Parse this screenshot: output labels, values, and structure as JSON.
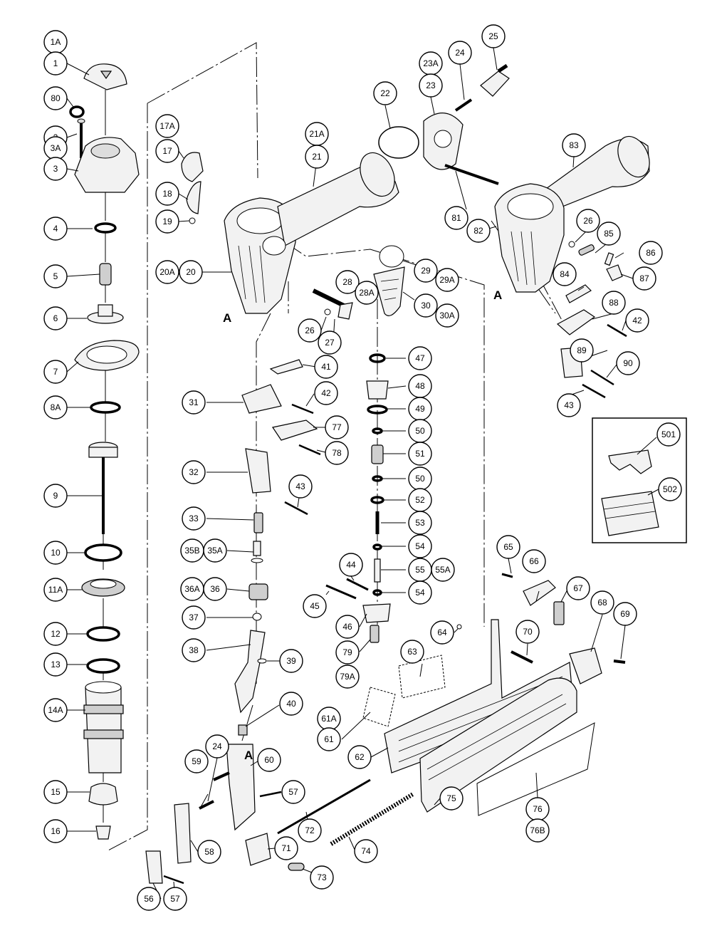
{
  "diagram": {
    "section_label": "A",
    "callouts": [
      {
        "id": "c-1A",
        "label": "1A"
      },
      {
        "id": "c-1",
        "label": "1"
      },
      {
        "id": "c-80",
        "label": "80"
      },
      {
        "id": "c-2",
        "label": "2"
      },
      {
        "id": "c-3A",
        "label": "3A"
      },
      {
        "id": "c-3",
        "label": "3"
      },
      {
        "id": "c-4",
        "label": "4"
      },
      {
        "id": "c-5",
        "label": "5"
      },
      {
        "id": "c-6",
        "label": "6"
      },
      {
        "id": "c-7",
        "label": "7"
      },
      {
        "id": "c-8A",
        "label": "8A"
      },
      {
        "id": "c-9",
        "label": "9"
      },
      {
        "id": "c-10",
        "label": "10"
      },
      {
        "id": "c-11A",
        "label": "11A"
      },
      {
        "id": "c-12",
        "label": "12"
      },
      {
        "id": "c-13",
        "label": "13"
      },
      {
        "id": "c-14A",
        "label": "14A"
      },
      {
        "id": "c-15",
        "label": "15"
      },
      {
        "id": "c-16",
        "label": "16"
      },
      {
        "id": "c-17A",
        "label": "17A"
      },
      {
        "id": "c-17",
        "label": "17"
      },
      {
        "id": "c-18",
        "label": "18"
      },
      {
        "id": "c-19",
        "label": "19"
      },
      {
        "id": "c-20A",
        "label": "20A"
      },
      {
        "id": "c-20",
        "label": "20"
      },
      {
        "id": "c-21A",
        "label": "21A"
      },
      {
        "id": "c-21",
        "label": "21"
      },
      {
        "id": "c-22",
        "label": "22"
      },
      {
        "id": "c-23A",
        "label": "23A"
      },
      {
        "id": "c-23",
        "label": "23"
      },
      {
        "id": "c-24a",
        "label": "24"
      },
      {
        "id": "c-25",
        "label": "25"
      },
      {
        "id": "c-83",
        "label": "83"
      },
      {
        "id": "c-81",
        "label": "81"
      },
      {
        "id": "c-82",
        "label": "82"
      },
      {
        "id": "c-26a",
        "label": "26"
      },
      {
        "id": "c-85",
        "label": "85"
      },
      {
        "id": "c-86",
        "label": "86"
      },
      {
        "id": "c-87",
        "label": "87"
      },
      {
        "id": "c-84",
        "label": "84"
      },
      {
        "id": "c-88",
        "label": "88"
      },
      {
        "id": "c-42a",
        "label": "42"
      },
      {
        "id": "c-89",
        "label": "89"
      },
      {
        "id": "c-90",
        "label": "90"
      },
      {
        "id": "c-43a",
        "label": "43"
      },
      {
        "id": "c-29",
        "label": "29"
      },
      {
        "id": "c-29A",
        "label": "29A"
      },
      {
        "id": "c-28",
        "label": "28"
      },
      {
        "id": "c-28A",
        "label": "28A"
      },
      {
        "id": "c-30",
        "label": "30"
      },
      {
        "id": "c-30A",
        "label": "30A"
      },
      {
        "id": "c-26b",
        "label": "26"
      },
      {
        "id": "c-27",
        "label": "27"
      },
      {
        "id": "c-47",
        "label": "47"
      },
      {
        "id": "c-48",
        "label": "48"
      },
      {
        "id": "c-49",
        "label": "49"
      },
      {
        "id": "c-50a",
        "label": "50"
      },
      {
        "id": "c-51",
        "label": "51"
      },
      {
        "id": "c-50b",
        "label": "50"
      },
      {
        "id": "c-52",
        "label": "52"
      },
      {
        "id": "c-53",
        "label": "53"
      },
      {
        "id": "c-54a",
        "label": "54"
      },
      {
        "id": "c-55",
        "label": "55"
      },
      {
        "id": "c-55A",
        "label": "55A"
      },
      {
        "id": "c-54b",
        "label": "54"
      },
      {
        "id": "c-44",
        "label": "44"
      },
      {
        "id": "c-45",
        "label": "45"
      },
      {
        "id": "c-46",
        "label": "46"
      },
      {
        "id": "c-79",
        "label": "79"
      },
      {
        "id": "c-79A",
        "label": "79A"
      },
      {
        "id": "c-41",
        "label": "41"
      },
      {
        "id": "c-31",
        "label": "31"
      },
      {
        "id": "c-42b",
        "label": "42"
      },
      {
        "id": "c-77",
        "label": "77"
      },
      {
        "id": "c-78",
        "label": "78"
      },
      {
        "id": "c-32",
        "label": "32"
      },
      {
        "id": "c-43b",
        "label": "43"
      },
      {
        "id": "c-33",
        "label": "33"
      },
      {
        "id": "c-35B",
        "label": "35B"
      },
      {
        "id": "c-35A",
        "label": "35A"
      },
      {
        "id": "c-36A",
        "label": "36A"
      },
      {
        "id": "c-36",
        "label": "36"
      },
      {
        "id": "c-37",
        "label": "37"
      },
      {
        "id": "c-38",
        "label": "38"
      },
      {
        "id": "c-39",
        "label": "39"
      },
      {
        "id": "c-40",
        "label": "40"
      },
      {
        "id": "c-501",
        "label": "501"
      },
      {
        "id": "c-502",
        "label": "502"
      },
      {
        "id": "c-65",
        "label": "65"
      },
      {
        "id": "c-66",
        "label": "66"
      },
      {
        "id": "c-67",
        "label": "67"
      },
      {
        "id": "c-68",
        "label": "68"
      },
      {
        "id": "c-69",
        "label": "69"
      },
      {
        "id": "c-64",
        "label": "64"
      },
      {
        "id": "c-70",
        "label": "70"
      },
      {
        "id": "c-63",
        "label": "63"
      },
      {
        "id": "c-61A",
        "label": "61A"
      },
      {
        "id": "c-61",
        "label": "61"
      },
      {
        "id": "c-62",
        "label": "62"
      },
      {
        "id": "c-24b",
        "label": "24"
      },
      {
        "id": "c-59",
        "label": "59"
      },
      {
        "id": "c-60",
        "label": "60"
      },
      {
        "id": "c-57a",
        "label": "57"
      },
      {
        "id": "c-58",
        "label": "58"
      },
      {
        "id": "c-56",
        "label": "56"
      },
      {
        "id": "c-57b",
        "label": "57"
      },
      {
        "id": "c-71",
        "label": "71"
      },
      {
        "id": "c-72",
        "label": "72"
      },
      {
        "id": "c-73",
        "label": "73"
      },
      {
        "id": "c-74",
        "label": "74"
      },
      {
        "id": "c-75",
        "label": "75"
      },
      {
        "id": "c-76",
        "label": "76"
      },
      {
        "id": "c-76B",
        "label": "76B"
      }
    ]
  }
}
